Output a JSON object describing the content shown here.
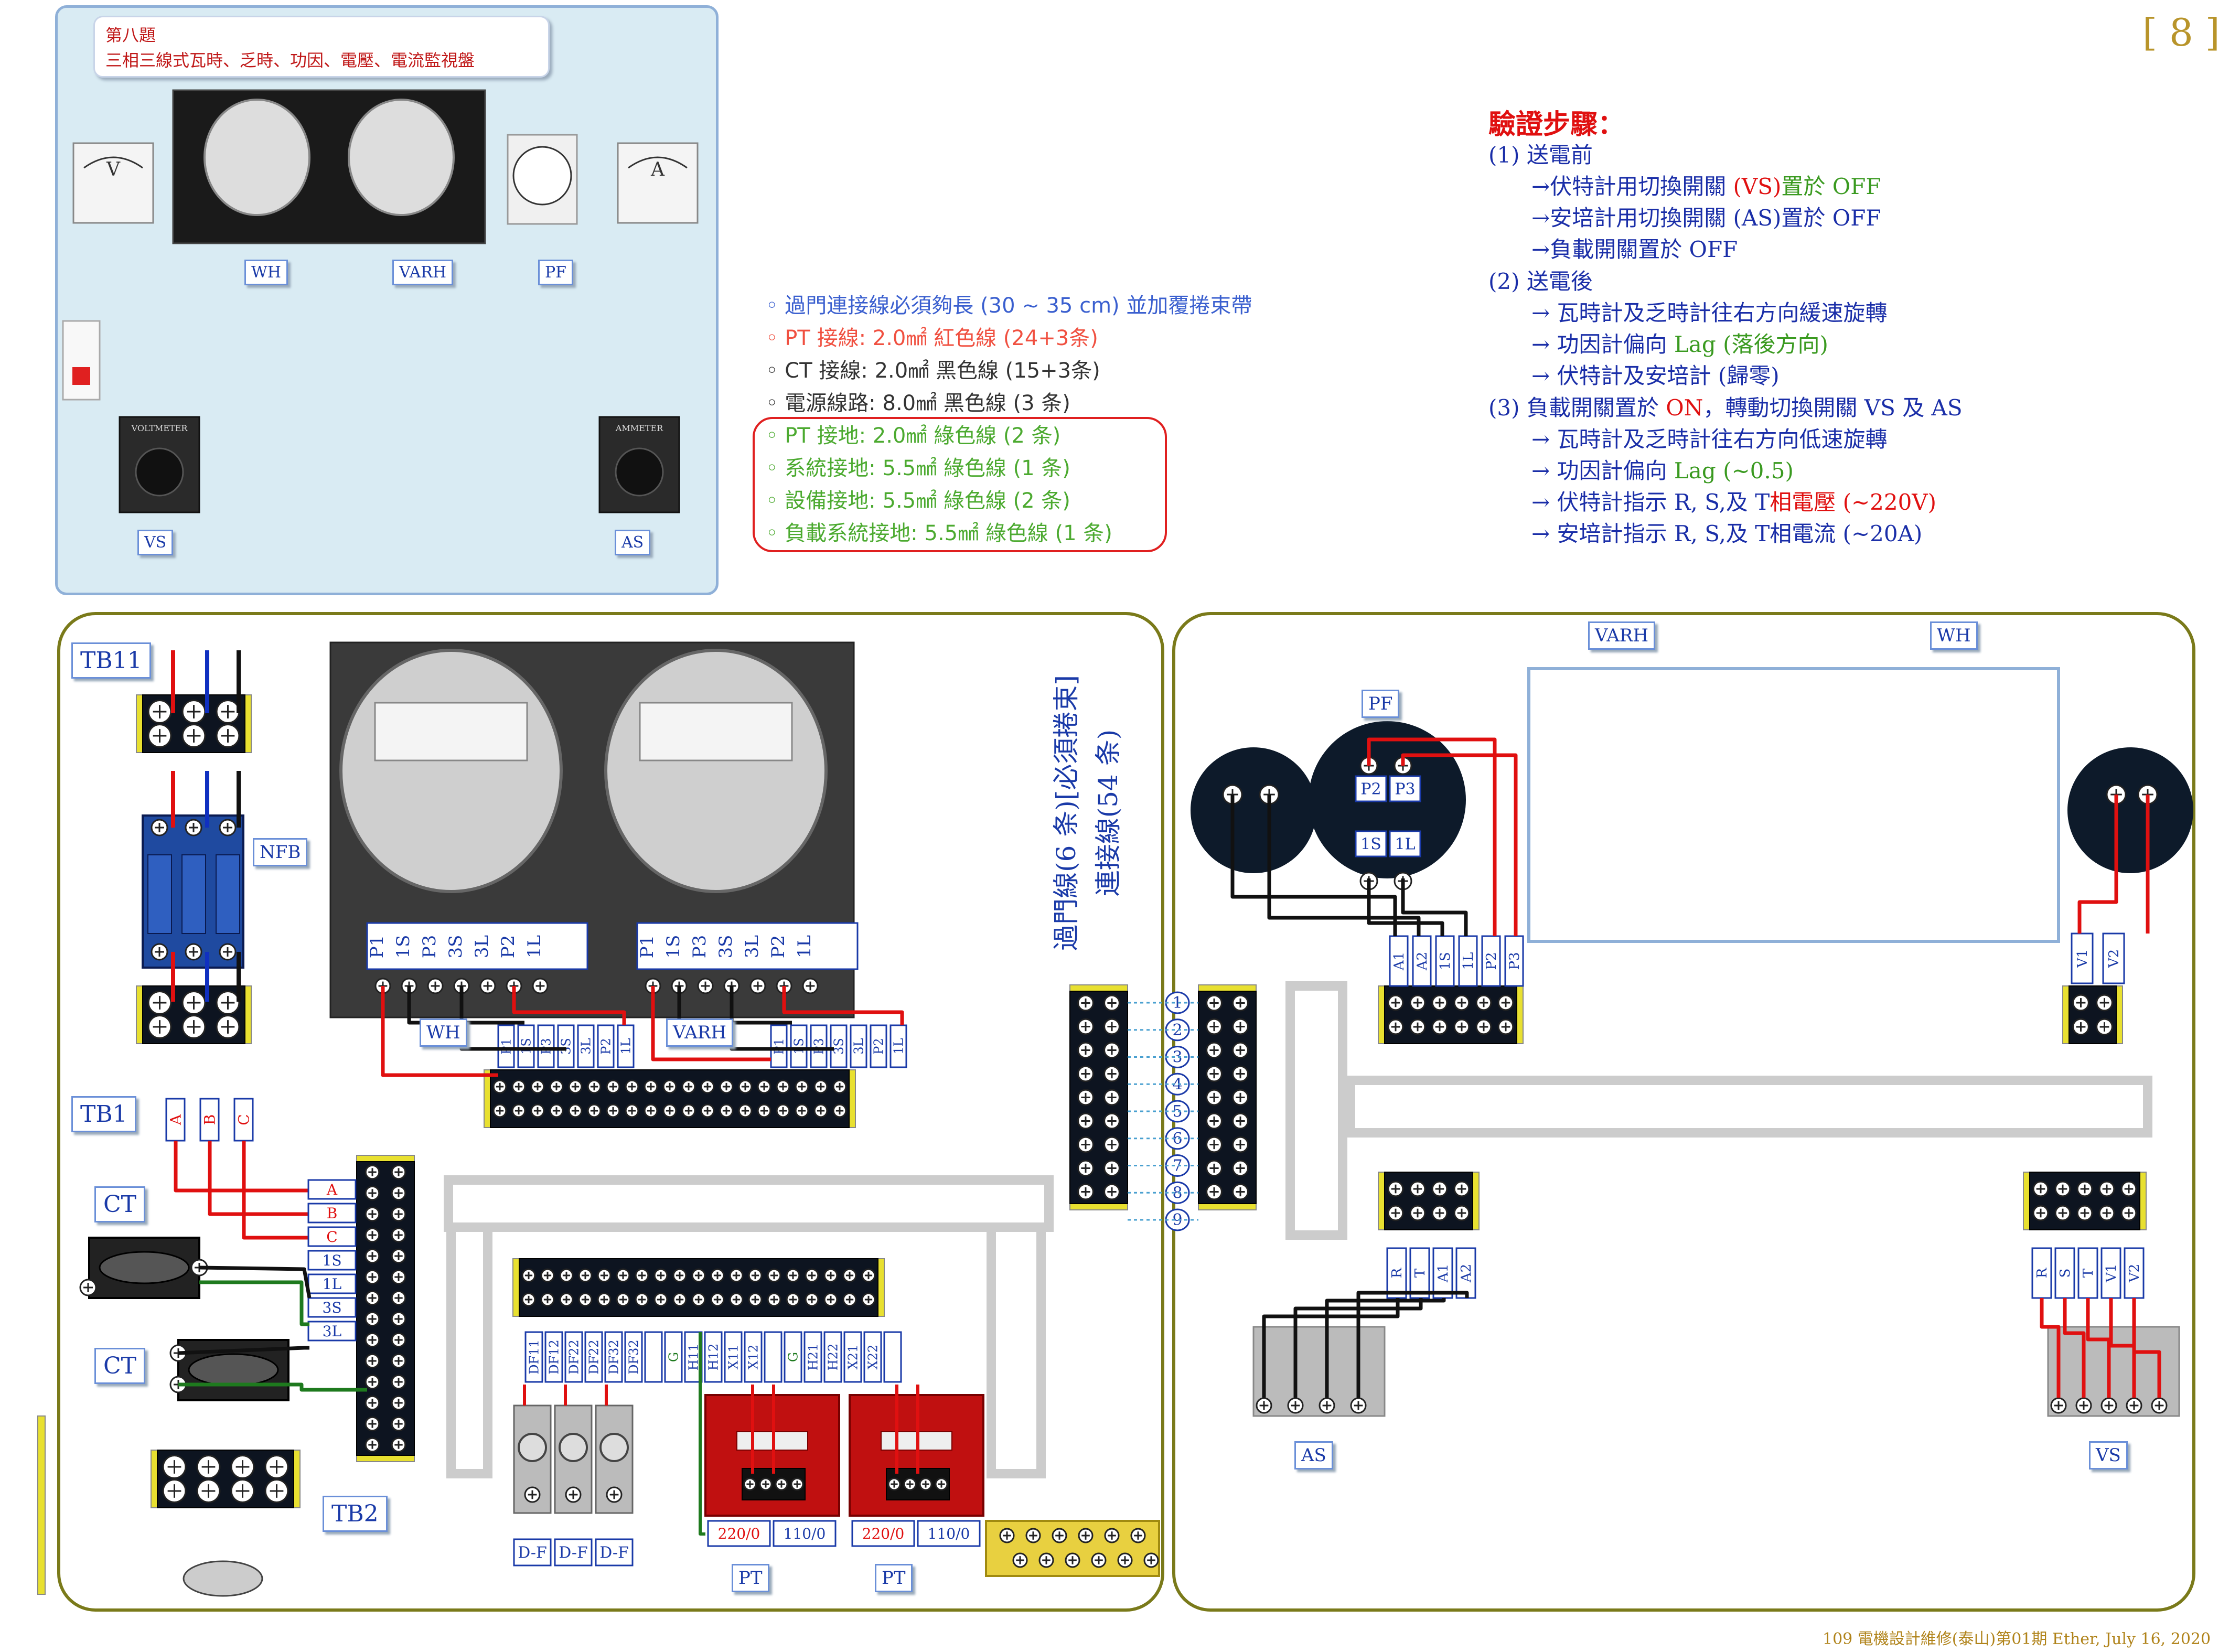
{
  "page_number": "[ 8 ]",
  "panel": {
    "title_line1": "第八題",
    "title_line2": "三相三線式瓦時、乏時、功因、電壓、電流監視盤"
  },
  "panel_labels": {
    "wh": "WH",
    "varh": "VARH",
    "pf": "PF",
    "vs": "VS",
    "as": "AS",
    "voltmeter": "VOLTMETER",
    "ammeter": "AMMETER",
    "v": "V",
    "a": "A"
  },
  "notes": {
    "n1": "◦ 過門連接線必須夠長 (30 ~ 35 cm) 並加覆捲束帶",
    "n2": "◦ PT 接線: 2.0㎟ 紅色線 (24+3条)",
    "n3": "◦ CT 接線: 2.0㎟ 黑色線 (15+3条)",
    "n4": "◦ 電源線路: 8.0㎟ 黑色線 (3 条)",
    "n5": "◦ PT 接地: 2.0㎟ 綠色線 (2 条)",
    "n6": "◦ 系統接地: 5.5㎟ 綠色線 (1 条)",
    "n7": "◦ 設備接地: 5.5㎟ 綠色線 (2 条)",
    "n8": "◦ 負載系統接地: 5.5㎟ 綠色線 (1 条)"
  },
  "steps": {
    "title": "驗證步驟：",
    "s1": "(1) 送電前",
    "s1a_pre": "→伏特計用切換開關 ",
    "s1a_hl": "(VS)",
    "s1a_post": "置於 OFF",
    "s1b": "→安培計用切換開關 (AS)置於 OFF",
    "s1c": "→負載開關置於 OFF",
    "s2": "(2) 送電後",
    "s2a": "→ 瓦時計及乏時計往右方向緩速旋轉",
    "s2b_pre": "→ 功因計偏向 ",
    "s2b_hl": "Lag (落後方向)",
    "s2c": "→ 伏特計及安培計 (歸零)",
    "s3_pre": "(3) 負載開關置於 ",
    "s3_hl": "ON",
    "s3_post": "，轉動切換開關 VS 及 AS",
    "s3a": "→ 瓦時計及乏時計往右方向低速旋轉",
    "s3b_pre": "→ 功因計偏向 ",
    "s3b_hl": "Lag (~0.5)",
    "s3c_pre": "→ 伏特計指示 R, S,及 T",
    "s3c_hl": "相電壓 (~220V)",
    "s3d": "→ 安培計指示 R, S,及 T相電流 (~20A)"
  },
  "left_board": {
    "tb11": "TB11",
    "nfb": "NFB",
    "tb1": "TB1",
    "ct1": "CT",
    "ct2": "CT",
    "tb2": "TB2",
    "wh": "WH",
    "varh": "VARH",
    "wh_terms": [
      "P1",
      "1S",
      "P3",
      "3S",
      "3L",
      "P2",
      "1L"
    ],
    "varh_terms": [
      "P1",
      "1S",
      "P3",
      "3S",
      "3L",
      "P2",
      "1L"
    ],
    "wh_tb_labels": [
      "P1",
      "1S",
      "P3",
      "3S",
      "3L",
      "P2",
      "1L"
    ],
    "varh_tb_labels": [
      "P1",
      "1S",
      "P3",
      "3S",
      "3L",
      "P2",
      "1L"
    ],
    "tb1_phases": [
      "A",
      "B",
      "C"
    ],
    "right_tb_labels": [
      "A",
      "B",
      "C",
      "1S",
      "1L",
      "3S",
      "3L"
    ],
    "bottom_tb_labels": [
      "DF11",
      "DF12",
      "DF22",
      "DF22",
      "DF32",
      "DF32",
      "",
      "G",
      "H11",
      "H12",
      "X11",
      "X12",
      "",
      "G",
      "H21",
      "H22",
      "X21",
      "X22",
      ""
    ],
    "df": [
      "D-F",
      "D-F",
      "D-F"
    ],
    "pt_taps": [
      "220/0",
      "110/0",
      "220/0",
      "110/0"
    ],
    "pt": [
      "PT",
      "PT"
    ]
  },
  "door_wire": {
    "line1": "過門線(6 条)[必須捲束]",
    "line2": "連接線(54 条)",
    "numbers": [
      "1",
      "2",
      "3",
      "4",
      "5",
      "6",
      "7",
      "8",
      "9"
    ]
  },
  "right_board": {
    "varh": "VARH",
    "wh": "WH",
    "pf": "PF",
    "as": "AS",
    "vs": "VS",
    "pf_terms": [
      "P2",
      "P3",
      "1S",
      "1L"
    ],
    "pf_tb_labels": [
      "A1",
      "A2",
      "1S",
      "1L",
      "P2",
      "P3"
    ],
    "v_tb_labels": [
      "V1",
      "V2"
    ],
    "as_tb_labels": [
      "R",
      "T",
      "A1",
      "A2"
    ],
    "vs_tb_labels": [
      "R",
      "S",
      "T",
      "V1",
      "V2"
    ]
  },
  "footer": "109 電機設計維修(泰山)第01期 Ether, July 16, 2020",
  "colors": {
    "red_wire": "#e01010",
    "black_wire": "#111111",
    "blue_wire": "#1030c0",
    "green_wire": "#1e7a1e",
    "board_border": "#7a7a1a",
    "label_blue": "#1a3aa8"
  }
}
